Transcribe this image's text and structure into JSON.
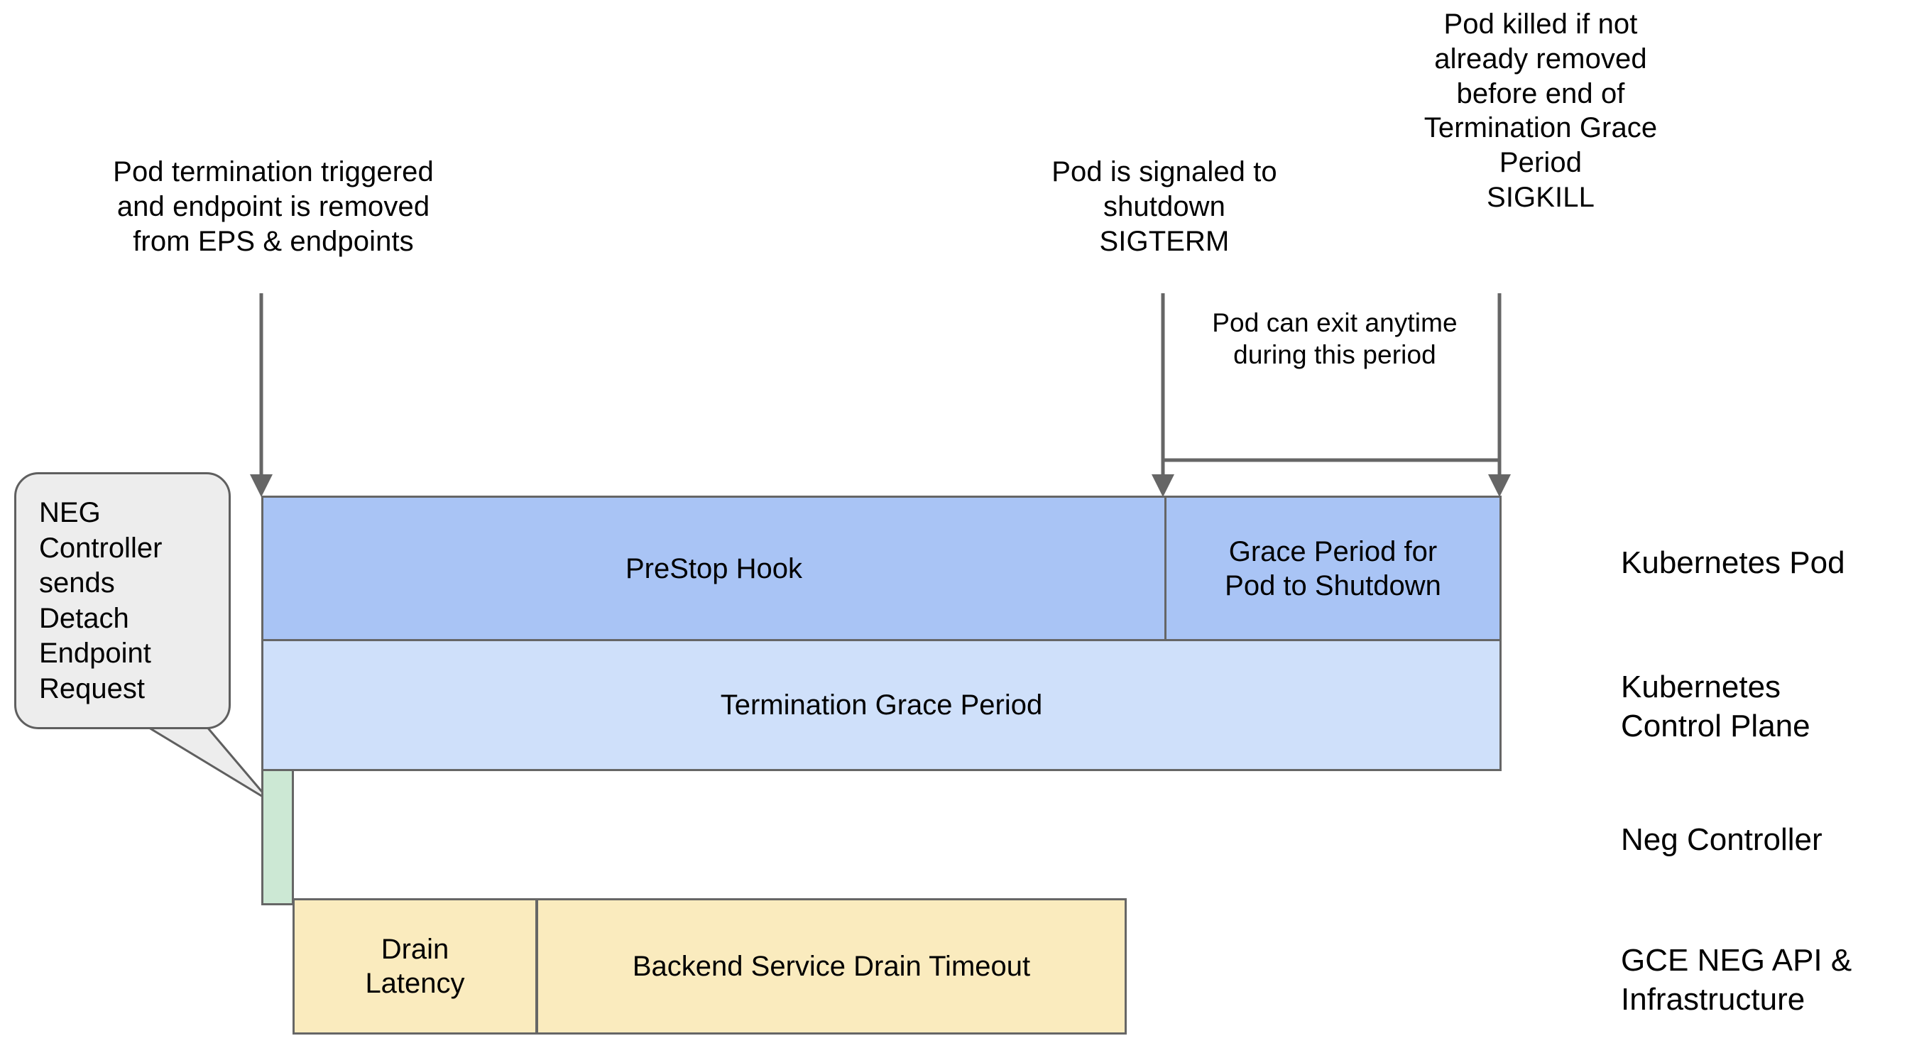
{
  "diagram": {
    "title": "Kubernetes Pod termination and NEG endpoint draining timeline",
    "colors": {
      "pod_bar": "#A9C4F5",
      "control_plane_bar": "#CFE0FA",
      "neg_bar": "#CCE8D4",
      "gce_bar": "#FAEBBE",
      "stroke": "#666666",
      "callout_fill": "#EDEDED",
      "callout_stroke": "#5F5F5F",
      "background": "#FFFFFF",
      "text": "#000000"
    }
  },
  "annotations": {
    "left": "Pod termination triggered\nand endpoint is removed\nfrom EPS & endpoints",
    "middle": "Pod is signaled to\nshutdown\nSIGTERM",
    "right": "Pod killed if not\nalready removed\nbefore end of\nTermination Grace\nPeriod\nSIGKILL",
    "exit_window": "Pod can exit anytime\nduring this period"
  },
  "callout": {
    "text": "NEG\nController\nsends\nDetach\nEndpoint\nRequest"
  },
  "bars": {
    "prestop_hook": "PreStop Hook",
    "grace_period": "Grace Period for\nPod to Shutdown",
    "termination_grace_period": "Termination Grace Period",
    "neg_detach": "",
    "drain_latency": "Drain\nLatency",
    "backend_service_drain_timeout": "Backend Service Drain Timeout"
  },
  "legend": {
    "rows": [
      {
        "label": "Kubernetes Pod"
      },
      {
        "label": "Kubernetes\nControl Plane"
      },
      {
        "label": "Neg Controller"
      },
      {
        "label": "GCE NEG API &\nInfrastructure"
      }
    ]
  },
  "chart_data": {
    "type": "bar",
    "title": "Pod termination timeline",
    "xlabel": "",
    "ylabel": "",
    "lanes": [
      {
        "name": "Kubernetes Pod",
        "segments": [
          {
            "label": "PreStop Hook",
            "start": 0,
            "end": 1275
          },
          {
            "label": "Grace Period for Pod to Shutdown",
            "start": 1272,
            "end": 1747
          }
        ]
      },
      {
        "name": "Kubernetes Control Plane",
        "segments": [
          {
            "label": "Termination Grace Period",
            "start": 0,
            "end": 1747
          }
        ]
      },
      {
        "name": "Neg Controller",
        "segments": [
          {
            "label": "",
            "start": 0,
            "end": 46
          }
        ]
      },
      {
        "name": "GCE NEG API & Infrastructure",
        "segments": [
          {
            "label": "Drain Latency",
            "start": 44,
            "end": 389
          },
          {
            "label": "Backend Service Drain Timeout",
            "start": 387,
            "end": 1219
          }
        ]
      }
    ],
    "markers": [
      {
        "label": "Pod termination triggered and endpoint is removed from EPS & endpoints",
        "at": 0
      },
      {
        "label": "Pod is signaled to shutdown SIGTERM",
        "at": 1272
      },
      {
        "label": "Pod killed if not already removed before end of Termination Grace Period SIGKILL",
        "at": 1747
      }
    ]
  }
}
